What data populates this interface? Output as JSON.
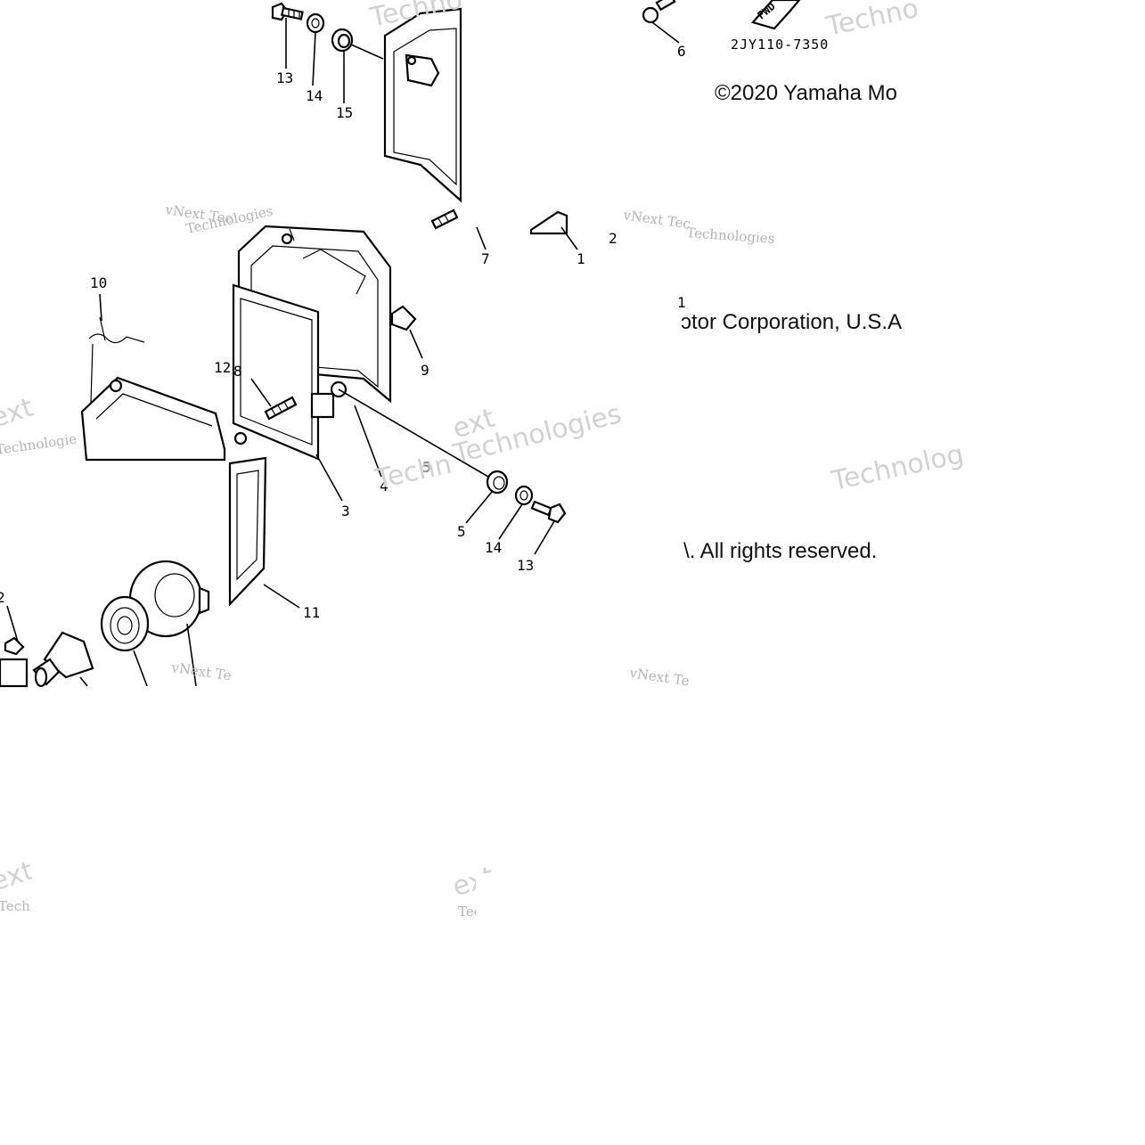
{
  "diagram": {
    "part_code": "2JY110-7350",
    "fwd_label": "FWD",
    "copyright_fragments": [
      "©2020 Yamaha Mo",
      "ɔtor Corporation, U.S.A",
      "\\. All rights reserved."
    ],
    "callouts": [
      "13",
      "14",
      "15",
      "6",
      "7",
      "1",
      "2",
      "10",
      "12",
      "8",
      "9",
      "3",
      "4",
      "5",
      "5",
      "14",
      "13",
      "11",
      "2",
      "1"
    ],
    "watermarks": [
      "Techno",
      "Techno",
      "vNext Tec",
      "Technologies",
      "vNext Tec",
      "Technologies",
      "ext",
      "Technologie",
      "Techn",
      "ext",
      "Technologies",
      "Technolog",
      "5",
      "vNext Te",
      "vNext Te",
      "ext",
      "Tech",
      "ext",
      "Tech"
    ]
  },
  "colors": {
    "ink": "#000000",
    "watermark": "#b4b4b4",
    "background": "#ffffff"
  }
}
